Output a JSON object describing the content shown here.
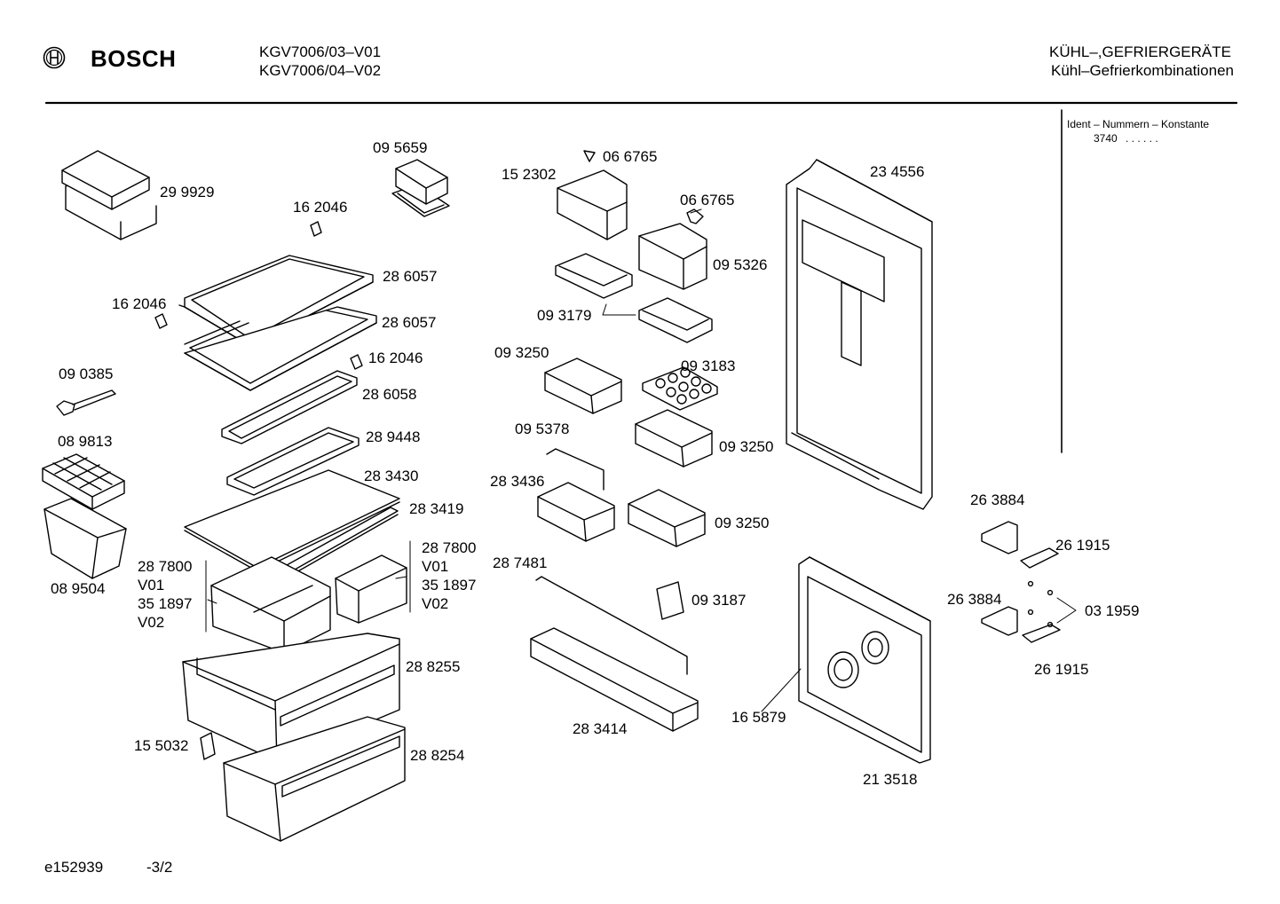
{
  "header": {
    "brand": "BOSCH",
    "models": [
      "KGV7006/03–V01",
      "KGV7006/04–V02"
    ],
    "category": "KÜHL–,GEFRIERGERÄTE",
    "subcategory": "Kühl–Gefrierkombinationen",
    "ident_label": "Ident – Nummern – Konstante",
    "ident_value": "3740",
    "ident_dots": ".  .     .  .  .  ."
  },
  "footer": {
    "doc_id": "e152939",
    "page": "-3/2"
  },
  "labels": {
    "l299929": "29 9929",
    "l095659": "09 5659",
    "l162046a": "16 2046",
    "l286057a": "28 6057",
    "l162046b": "16 2046",
    "l286057b": "28 6057",
    "l162046c": "16 2046",
    "l090385": "09 0385",
    "l286058": "28 6058",
    "l089813": "08 9813",
    "l289448": "28 9448",
    "l283430": "28 3430",
    "l283419": "28 3419",
    "l287800a": "28 7800",
    "v01a": "V01",
    "l351897a": "35 1897",
    "v02a": "V02",
    "l089504": "08 9504",
    "l287800b": "28 7800",
    "v01b": "V01",
    "l351897b": "35 1897",
    "v02b": "V02",
    "l288255": "28 8255",
    "l155032": "15 5032",
    "l288254": "28 8254",
    "l066765a": "06 6765",
    "l152302": "15 2302",
    "l066765b": "06 6765",
    "l095326": "09 5326",
    "l093179": "09 3179",
    "l093250a": "09 3250",
    "l093183": "09 3183",
    "l095378": "09 5378",
    "l093250b": "09 3250",
    "l283436": "28 3436",
    "l093250c": "09 3250",
    "l287481": "28 7481",
    "l093187": "09 3187",
    "l283414": "28 3414",
    "l234556": "23 4556",
    "l263884a": "26 3884",
    "l261915a": "26 1915",
    "l263884b": "26 3884",
    "l031959": "03 1959",
    "l261915b": "26 1915",
    "l165879": "16 5879",
    "l213518": "21 3518"
  }
}
